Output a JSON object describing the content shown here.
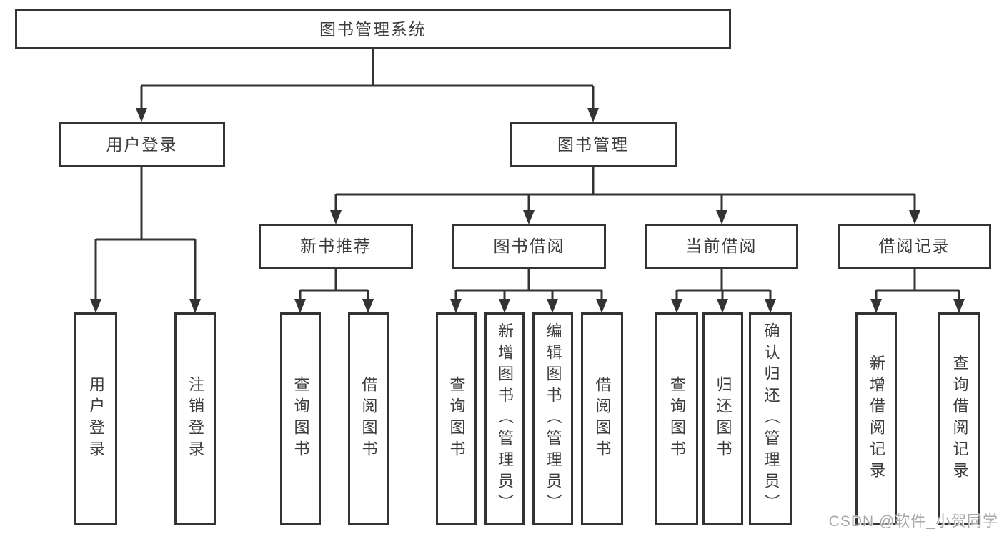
{
  "colors": {
    "line": "#333333",
    "box_border": "#333333",
    "text": "#3c3c3c",
    "background": "#ffffff",
    "watermark": "#a8a8a8"
  },
  "tree": {
    "root": {
      "label": "图书管理系统"
    },
    "children": [
      {
        "label": "用户登录",
        "children": [
          {
            "label": "用户登录"
          },
          {
            "label": "注销登录"
          }
        ]
      },
      {
        "label": "图书管理",
        "children": [
          {
            "label": "新书推荐",
            "children": [
              {
                "label": "查询图书"
              },
              {
                "label": "借阅图书"
              }
            ]
          },
          {
            "label": "图书借阅",
            "children": [
              {
                "label": "查询图书"
              },
              {
                "label": "新增图书（管理员）"
              },
              {
                "label": "编辑图书（管理员）"
              },
              {
                "label": "借阅图书"
              }
            ]
          },
          {
            "label": "当前借阅",
            "children": [
              {
                "label": "查询图书"
              },
              {
                "label": "归还图书"
              },
              {
                "label": "确认归还（管理员）"
              }
            ]
          },
          {
            "label": "借阅记录",
            "children": [
              {
                "label": "新增借阅记录"
              },
              {
                "label": "查询借阅记录"
              }
            ]
          }
        ]
      }
    ]
  },
  "watermark": {
    "text": "CSDN @软件_小贺同学"
  }
}
